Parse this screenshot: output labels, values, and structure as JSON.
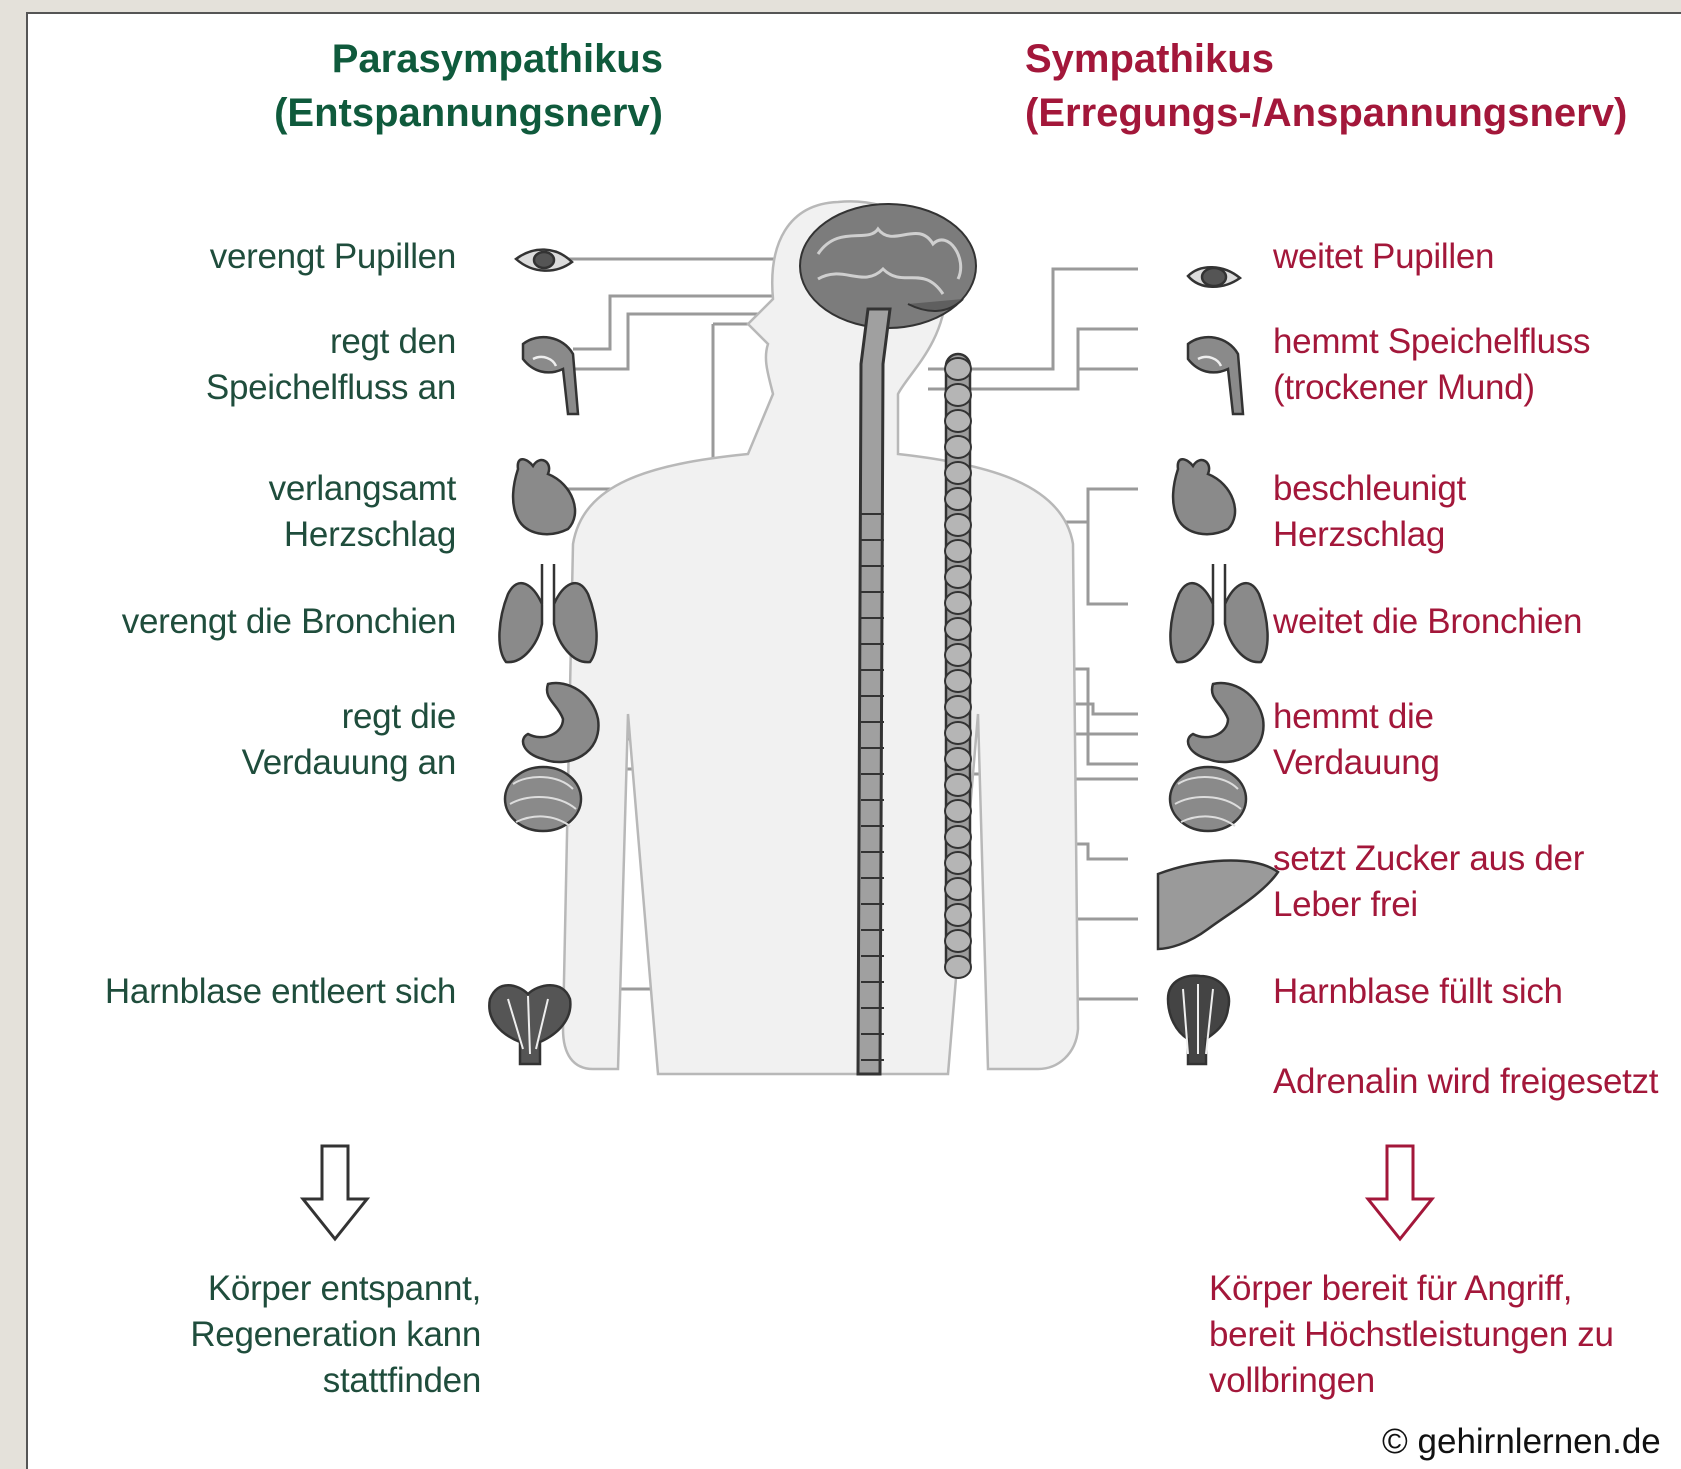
{
  "headers": {
    "parasympathikus": "Parasympathikus\n(Entspannungsnerv)",
    "sympathikus": "Sympathikus\n(Erregungs-/Anspannungsnerv)"
  },
  "parasympathikus_effects": [
    "verengt Pupillen",
    "regt den\nSpeichelfluss an",
    "verlangsamt\nHerzschlag",
    "verengt die Bronchien",
    "regt die\nVerdauung an",
    "Harnblase entleert sich"
  ],
  "sympathikus_effects": [
    "weitet Pupillen",
    "hemmt Speichelfluss\n(trockener Mund)",
    "beschleunigt\nHerzschlag",
    "weitet die Bronchien",
    "hemmt die\nVerdauung",
    "setzt Zucker aus der\nLeber frei",
    "Harnblase füllt sich",
    "Adrenalin wird freigesetzt"
  ],
  "results": {
    "parasympathikus": "Körper entspannt,\nRegeneration kann\nstattfinden",
    "sympathikus": "Körper bereit für Angriff,\nbereit Höchstleistungen zu\nvollbringen"
  },
  "copyright": "© gehirnlernen.de",
  "colors": {
    "parasympathikus": "#1f4d3c",
    "sympathikus": "#a3173a",
    "organ_fill": "#8a8a8a",
    "line": "#9a9a9a"
  }
}
